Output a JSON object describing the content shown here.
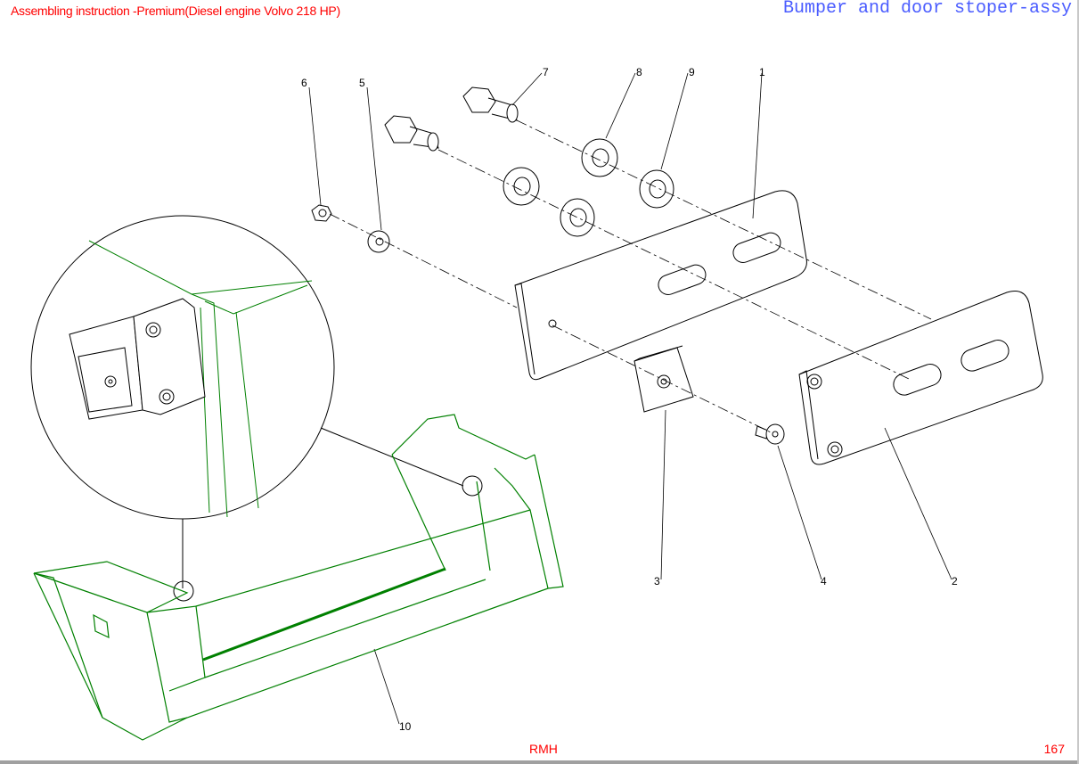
{
  "header": {
    "document_title": "Assembling instruction -Premium(Diesel engine Volvo 218 HP)",
    "section_title": "Bumper and door stoper-assy"
  },
  "footer": {
    "company": "RMH",
    "page_number": "167"
  },
  "drawing": {
    "callouts": [
      "1",
      "2",
      "3",
      "4",
      "5",
      "6",
      "7",
      "8",
      "9",
      "10"
    ],
    "colors": {
      "parts": "#000000",
      "frame": "#008000",
      "header": "#ff0000",
      "section_title": "#4a5cff"
    }
  }
}
